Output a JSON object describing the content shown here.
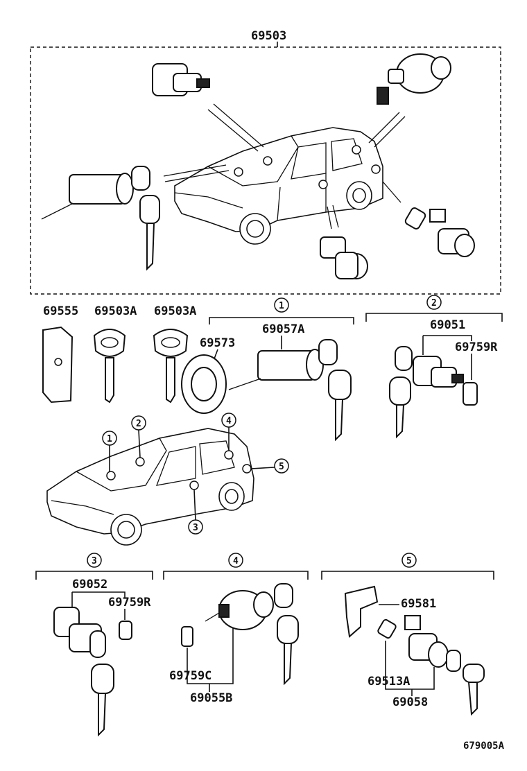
{
  "parts": {
    "assembly_top": "69503",
    "cover": "69555",
    "key_a": "69503A",
    "key_b": "69503A",
    "ring": "69573",
    "ignition_cyl": "69057A",
    "front_door_set": "69051",
    "retainer_r_front": "69759R",
    "rear_door_set": "69052",
    "retainer_r_rear": "69759R",
    "retainer_c": "69759C",
    "back_door_cyl": "69055B",
    "cover_plate": "69581",
    "pad": "69513A",
    "hatch_cyl": "69058"
  },
  "callouts": [
    "1",
    "2",
    "3",
    "4",
    "5"
  ],
  "figure_code": "679005A"
}
